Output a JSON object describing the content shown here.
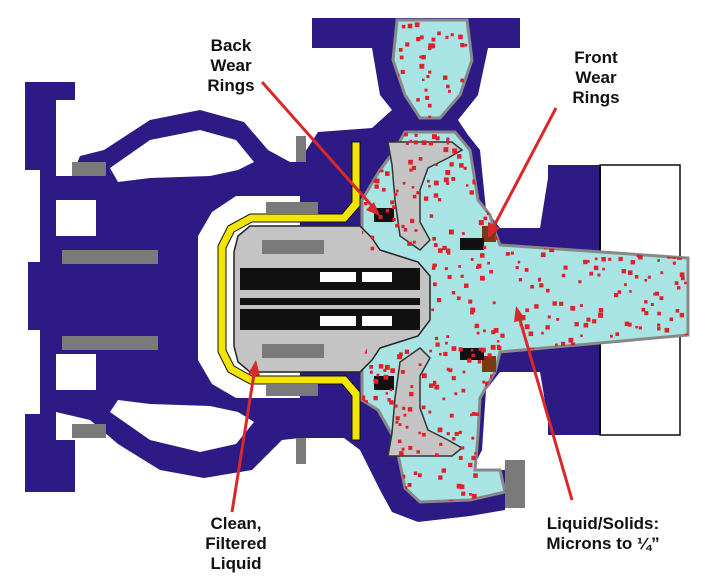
{
  "labels": {
    "back_wear_rings": [
      "Back",
      "Wear",
      "Rings"
    ],
    "front_wear_rings": [
      "Front",
      "Wear",
      "Rings"
    ],
    "clean_liquid": [
      "Clean,",
      "Filtered",
      "Liquid"
    ],
    "liquid_solids": [
      "Liquid/Solids:",
      "Microns to ¼”"
    ]
  },
  "colors": {
    "casing": "#2e1a84",
    "casing_dark": "#1e0f62",
    "liquid": "#a9e4e4",
    "particles": "#e0202a",
    "impeller": "#c4c4c4",
    "gray_dark": "#7a7a7a",
    "shaft": "#111111",
    "seal": "#f2e600",
    "arrow": "#d8282a",
    "outline": "#0b0b0b"
  }
}
